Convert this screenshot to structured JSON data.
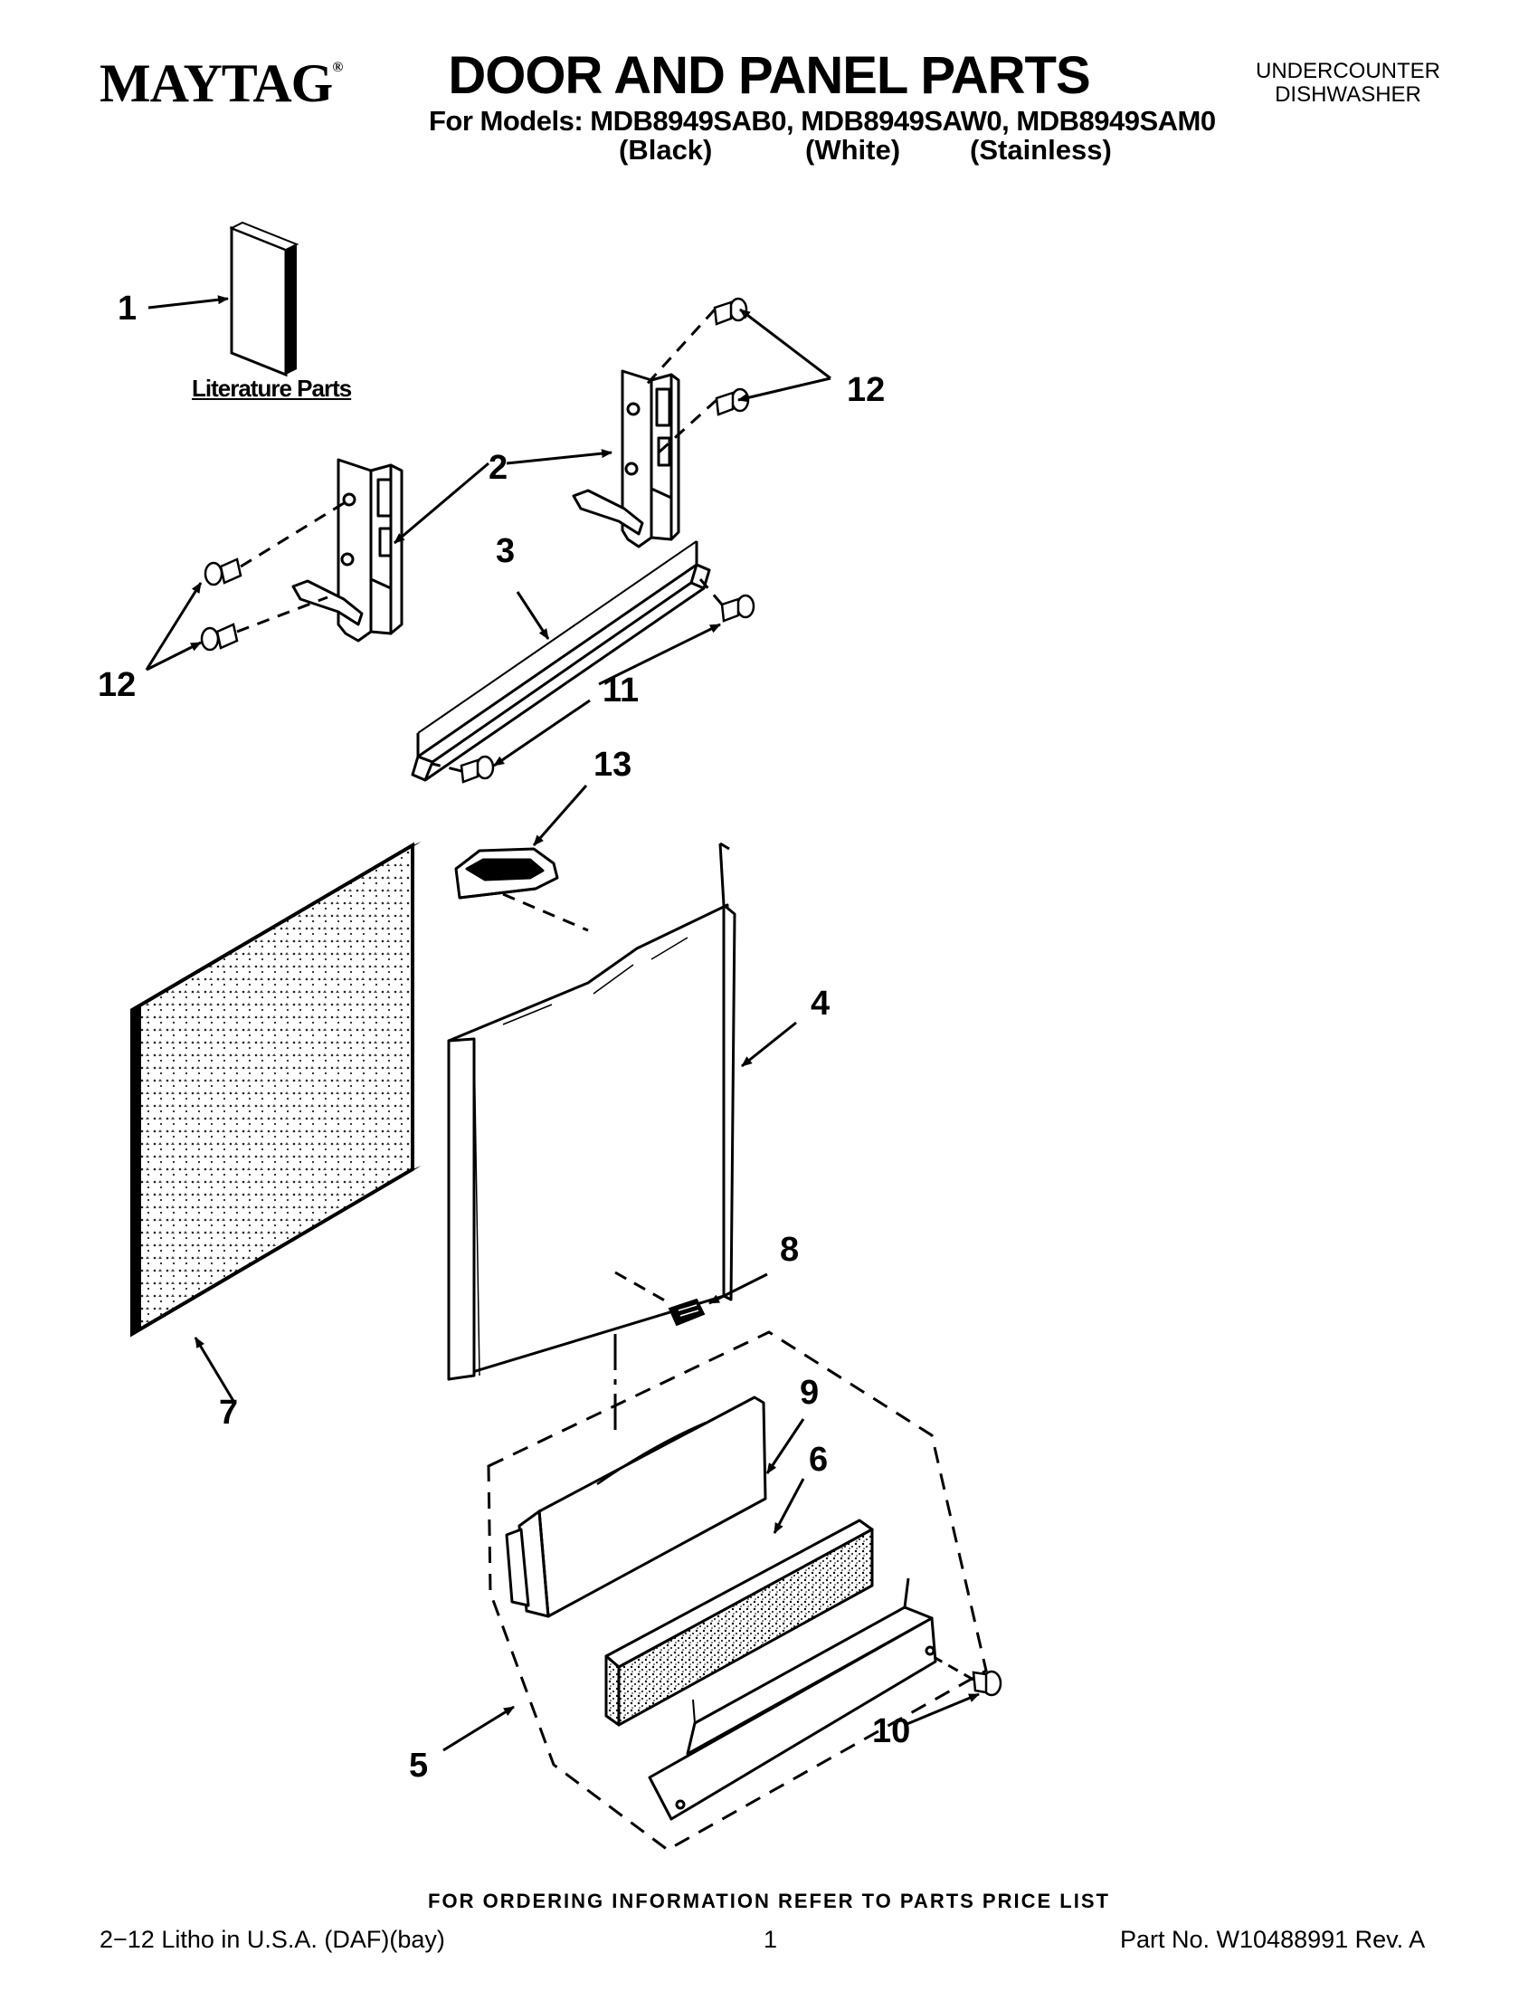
{
  "header": {
    "brand": "MAYTAG",
    "brand_mark": "®",
    "title": "DOOR AND PANEL PARTS",
    "models_line": "For Models: MDB8949SAB0, MDB8949SAW0, MDB8949SAM0",
    "colors": [
      "(Black)",
      "(White)",
      "(Stainless)"
    ],
    "product_line1": "UNDERCOUNTER",
    "product_line2": "DISHWASHER"
  },
  "diagram": {
    "literature_label": "Literature Parts",
    "callouts": [
      "1",
      "2",
      "3",
      "4",
      "5",
      "6",
      "7",
      "8",
      "9",
      "10",
      "11",
      "12",
      "12",
      "13"
    ]
  },
  "footer": {
    "ordering_note": "FOR ORDERING INFORMATION REFER TO PARTS PRICE LIST",
    "litho": "2−12 Litho in U.S.A. (DAF)(bay)",
    "page_number": "1",
    "part_number": "Part No. W10488991 Rev. A"
  }
}
